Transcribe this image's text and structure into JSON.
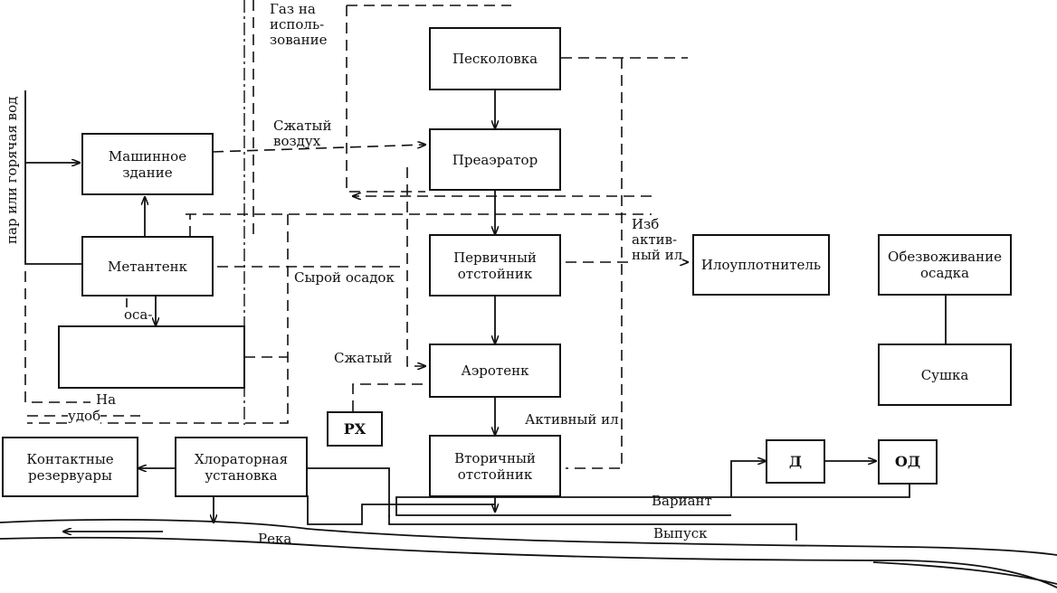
{
  "boxes": {
    "peskolovka": "Песколовка",
    "preaerator": "Преаэратор",
    "pervichny": "Первичный\nотстойник",
    "aerotenk": "Аэротенк",
    "vtorichny": "Вторичный\nотстойник",
    "mashinnoe": "Машинное\nздание",
    "metantenk": "Метантенк",
    "empty": "",
    "kontaktnye": "Контактные\nрезервуары",
    "hlorator": "Хлораторная\nустановка",
    "iloupl": "Илоуплотнитель",
    "obezvozh": "Обезвоживание\nосадка",
    "sushka": "Сушка",
    "rx": "РХ",
    "d": "Д",
    "od": "ОД"
  },
  "labels": {
    "gas": "Газ на\nисполь-\nзование",
    "compressed_air": "Сжатый\nвоздух",
    "raw_sludge": "Сырой осадок",
    "compressed2": "Сжатый",
    "excess_sludge": "Изб\nактив-\nный ил",
    "active_sludge": "Активный ил",
    "variant": "Вариант",
    "outlet": "Выпуск",
    "river": "Река",
    "steam": "пар или горячая вод",
    "osa": "оса-",
    "na": "На",
    "udob": "удоб"
  }
}
